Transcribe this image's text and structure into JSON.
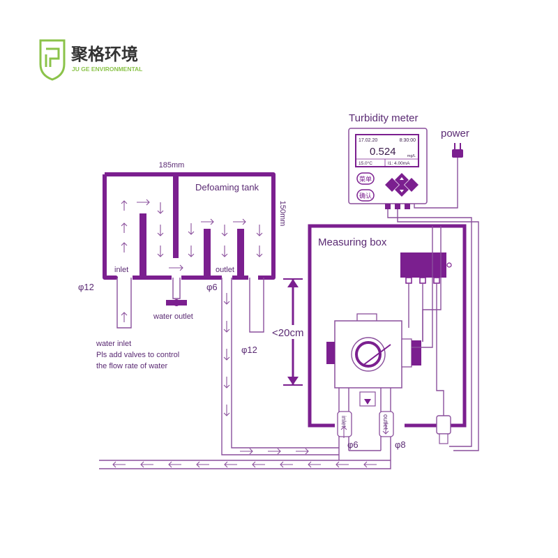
{
  "brand": {
    "name_cn": "聚格环境",
    "name_en": "JU GE ENVIRONMENTAL",
    "accent": "#8bc34a"
  },
  "colors": {
    "primary": "#7b1f8f",
    "pipe": "#8a4f9c",
    "text": "#5a2a73"
  },
  "tank": {
    "title": "Defoaming tank",
    "width_label": "185mm",
    "height_label": "150mm",
    "inlet_label": "inlet",
    "outlet_label": "outlet",
    "water_outlet_label": "water outlet"
  },
  "pipes": {
    "inlet_size": "φ12",
    "tank_outlet_size": "φ6",
    "drain_size": "φ12",
    "box_inlet_size": "φ6",
    "box_outlet_size": "φ8"
  },
  "height_gap_label": "<20cm",
  "water_inlet_note": [
    "water inlet",
    "Pls add valves to control",
    "the flow rate of water"
  ],
  "meter": {
    "title": "Turbidity meter",
    "date": "17.02.20",
    "time": "8:30:00",
    "value": "0.524",
    "unit": "mg/L",
    "temperature": "15.0°C",
    "current": "I1: 4.00mA",
    "menu_button": "菜单",
    "confirm_button": "确认"
  },
  "power_label": "power",
  "measuring_box": {
    "title": "Measuring box",
    "inlet_label": "inlet",
    "outlet_label": "outlet"
  }
}
